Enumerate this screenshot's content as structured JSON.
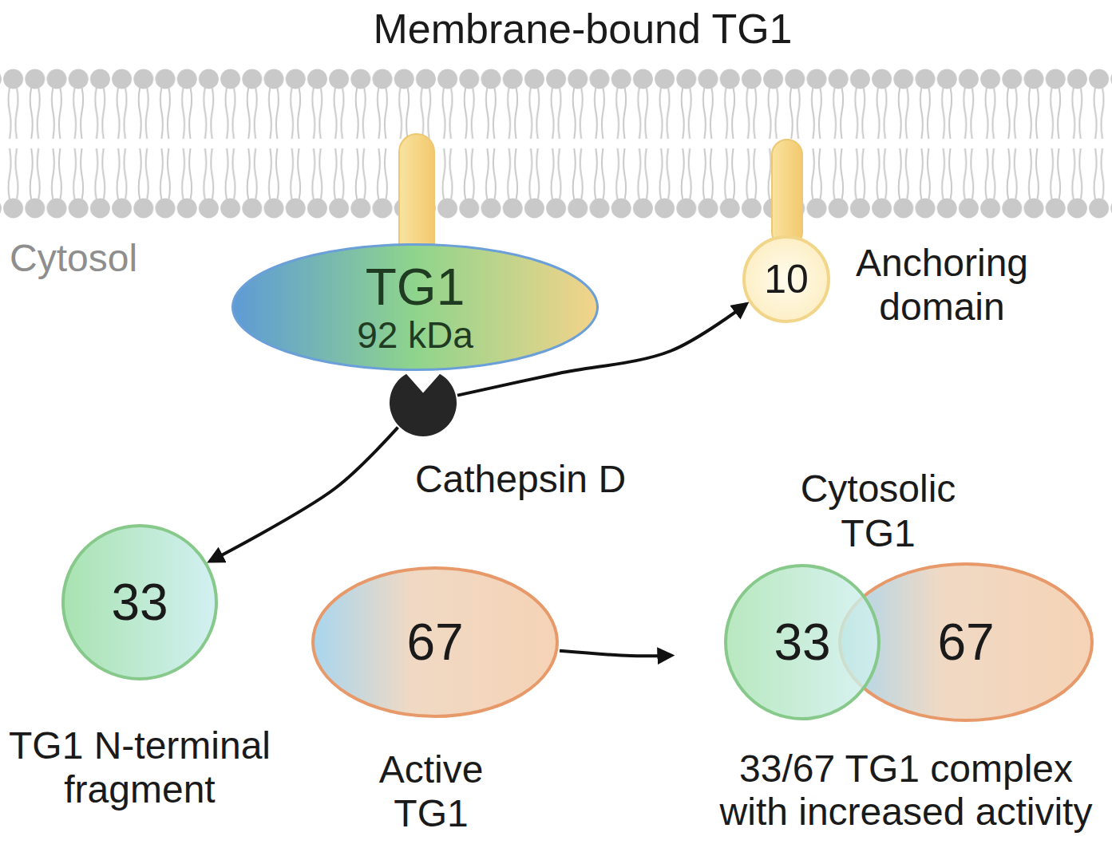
{
  "diagram": {
    "title": "Membrane-bound TG1",
    "nodes": [
      {
        "text": [
          "TG1",
          "92 kDa"
        ]
      },
      {
        "text": [
          "10",
          "Anchoring domain"
        ]
      },
      {
        "text": [
          "Cathepsin D"
        ]
      },
      {
        "text": [
          "33",
          "TG1 N-terminal fragment"
        ]
      },
      {
        "text": [
          "67",
          "Active TG1"
        ]
      },
      {
        "text": [
          "Cytosolic TG1",
          "33/67 TG1 complex with increased activity"
        ]
      },
      {
        "text": [
          "33"
        ],
        "in": 5
      },
      {
        "text": [
          "67"
        ],
        "in": 5
      }
    ],
    "edges": [
      {
        "from": 2,
        "to": 1,
        "arrow": "to"
      },
      {
        "from": 2,
        "to": 3,
        "arrow": "to"
      },
      {
        "from": 4,
        "to": 5,
        "arrow": "to"
      }
    ],
    "labels": [
      "Cytosol"
    ]
  }
}
